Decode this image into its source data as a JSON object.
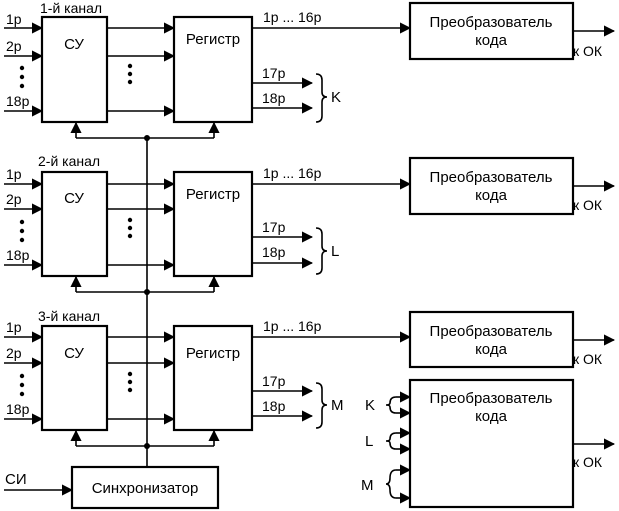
{
  "channels": [
    {
      "title": "1-й канал",
      "inputs": [
        "1р",
        "2р",
        "18р"
      ],
      "cu_label": "СУ",
      "register_label": "Регистр",
      "bus_label": "1р ... 16р",
      "extra_outputs": [
        "17р",
        "18р"
      ],
      "group": "K",
      "converter_label_1": "Преобразователь",
      "converter_label_2": "кода",
      "output_label": "к ОК"
    },
    {
      "title": "2-й канал",
      "inputs": [
        "1р",
        "2р",
        "18р"
      ],
      "cu_label": "СУ",
      "register_label": "Регистр",
      "bus_label": "1р ... 16р",
      "extra_outputs": [
        "17р",
        "18р"
      ],
      "group": "L",
      "converter_label_1": "Преобразователь",
      "converter_label_2": "кода",
      "output_label": "к ОК"
    },
    {
      "title": "3-й канал",
      "inputs": [
        "1р",
        "2р",
        "18р"
      ],
      "cu_label": "СУ",
      "register_label": "Регистр",
      "bus_label": "1р ... 16р",
      "extra_outputs": [
        "17р",
        "18р"
      ],
      "group": "M",
      "converter_label_1": "Преобразователь",
      "converter_label_2": "кода",
      "output_label": "к ОК"
    }
  ],
  "sync": {
    "input_label": "СИ",
    "block_label": "Синхронизатор"
  },
  "extra_converter": {
    "label_1": "Преобразователь",
    "label_2": "кода",
    "inputs": [
      "K",
      "L",
      "M"
    ],
    "output_label": "к ОК"
  }
}
